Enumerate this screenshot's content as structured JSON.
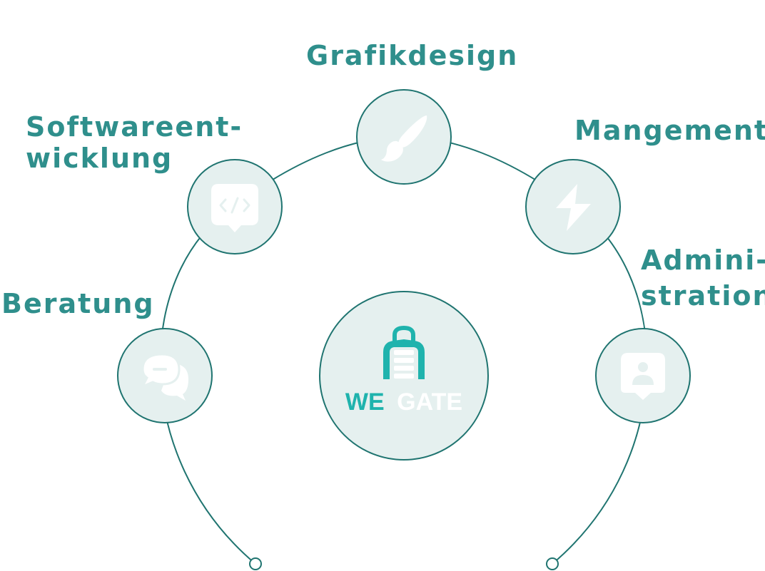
{
  "services": [
    {
      "id": "grafikdesign",
      "lines": [
        "Grafikdesign"
      ],
      "icon": "paintbrush-icon"
    },
    {
      "id": "softwareentwicklung",
      "lines": [
        "Softwareent-",
        "wicklung"
      ],
      "icon": "code-chat-icon"
    },
    {
      "id": "management",
      "lines": [
        "Mangement"
      ],
      "icon": "lightning-icon"
    },
    {
      "id": "administration",
      "lines": [
        "Admini-",
        "stration"
      ],
      "icon": "user-badge-icon"
    },
    {
      "id": "beratung",
      "lines": [
        "Beratung"
      ],
      "icon": "chat-bubbles-icon"
    }
  ],
  "center": {
    "brand_first": "WE",
    "brand_second": "GATE",
    "icon": "server-lock-icon"
  },
  "colors": {
    "label": "#2f8f8c",
    "line": "#1f7470",
    "node_fill": "#e5f0ef",
    "icon_white": "#ffffff",
    "brand_teal": "#1fb3ad"
  }
}
